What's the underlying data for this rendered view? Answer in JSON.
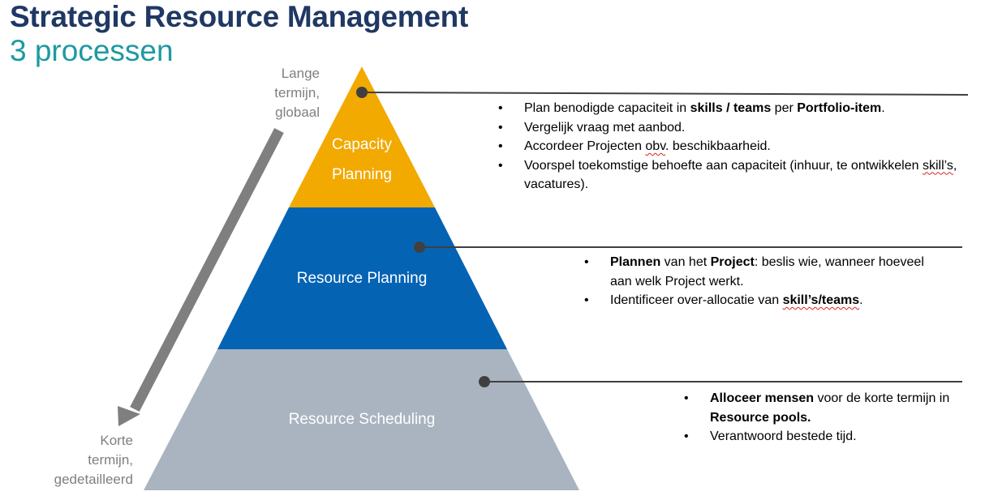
{
  "title": "Strategic Resource Management",
  "subtitle": "3 processen",
  "side_labels": {
    "top": [
      "Lange",
      "termijn,",
      "globaal"
    ],
    "bottom": [
      "Korte",
      "termijn,",
      "gedetailleerd"
    ]
  },
  "tiers": [
    {
      "lines": [
        "Capacity",
        "Planning"
      ],
      "color": "#f2a900",
      "bullets": [
        [
          {
            "t": "Plan benodigde capaciteit in "
          },
          {
            "t": "skills / teams",
            "b": true
          },
          {
            "t": " per "
          },
          {
            "t": "Portfolio-item",
            "b": true
          },
          {
            "t": "."
          }
        ],
        [
          {
            "t": "Vergelijk vraag met aanbod."
          }
        ],
        [
          {
            "t": "Accordeer Projecten "
          },
          {
            "t": "obv",
            "sq": true
          },
          {
            "t": ". beschikbaarheid."
          }
        ],
        [
          {
            "t": "Voorspel toekomstige behoefte aan capaciteit (inhuur, te ontwikkelen "
          },
          {
            "t": "skill’s",
            "sq": true
          },
          {
            "t": ", vacatures)."
          }
        ]
      ]
    },
    {
      "lines": [
        "Resource Planning"
      ],
      "color": "#0563b4",
      "bullets": [
        [
          {
            "t": "Plannen",
            "b": true
          },
          {
            "t": " van het "
          },
          {
            "t": "Project",
            "b": true
          },
          {
            "t": ": beslis wie, wanneer hoeveel aan welk Project werkt."
          }
        ],
        [
          {
            "t": "Identificeer over-allocatie van "
          },
          {
            "t": "skill’s/teams",
            "b": true,
            "sq": true
          },
          {
            "t": "."
          }
        ]
      ]
    },
    {
      "lines": [
        "Resource Scheduling"
      ],
      "color": "#a9b4c0",
      "bullets": [
        [
          {
            "t": "Alloceer mensen",
            "b": true
          },
          {
            "t": " voor de korte termijn in "
          },
          {
            "t": "Resource pools.",
            "b": true
          }
        ],
        [
          {
            "t": "Verantwoord bestede tijd."
          }
        ]
      ]
    }
  ],
  "colors": {
    "title": "#1f3864",
    "subtitle": "#1c9aa0",
    "arrow": "#7f7f7f",
    "connector": "#404040"
  }
}
